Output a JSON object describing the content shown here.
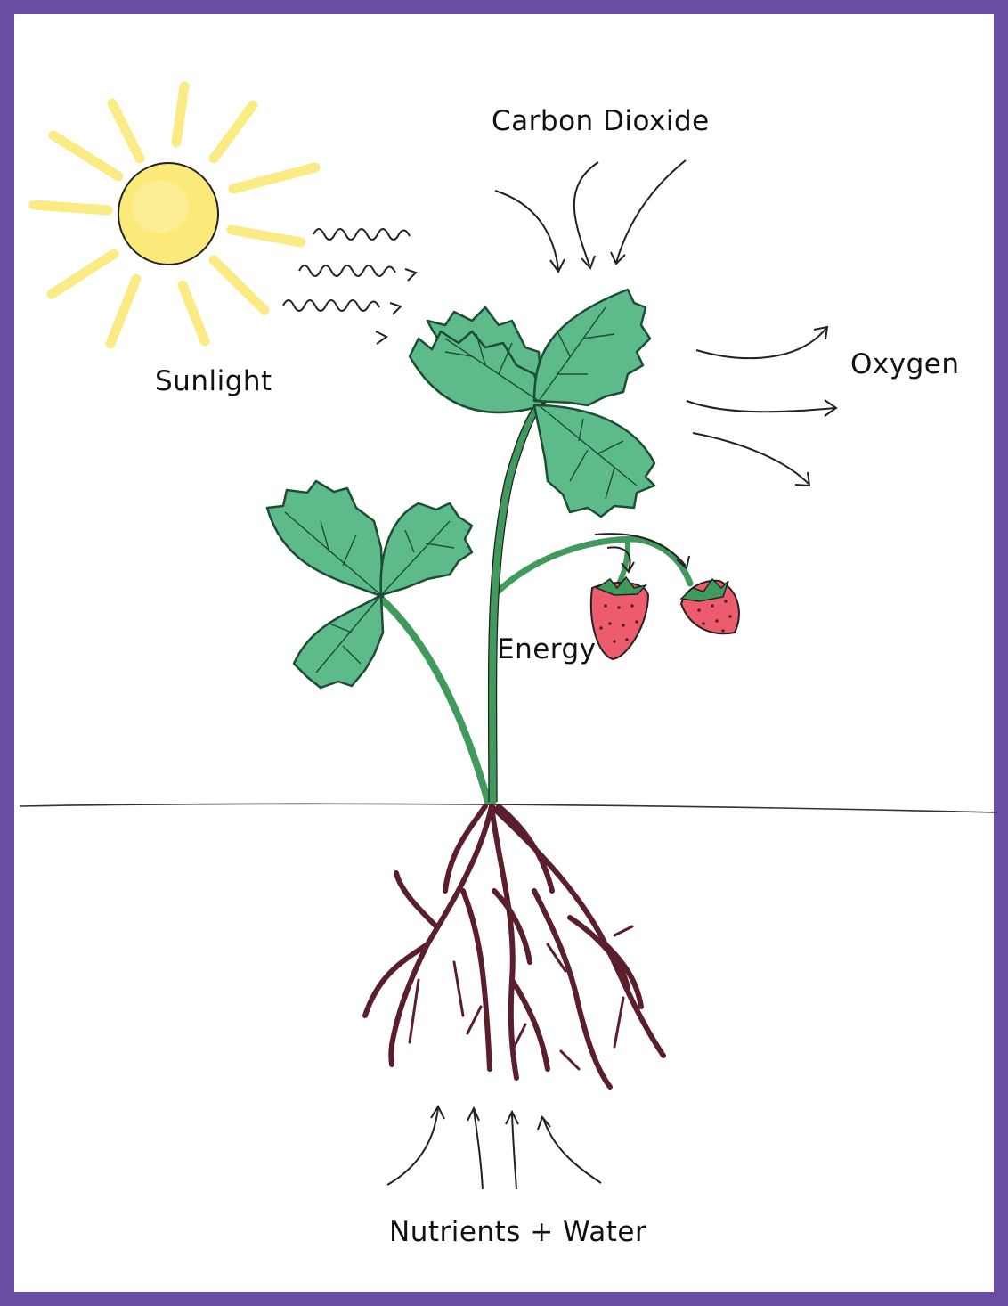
{
  "labels": {
    "carbon_dioxide": "Carbon Dioxide",
    "sunlight": "Sunlight",
    "oxygen": "Oxygen",
    "energy": "Energy",
    "nutrients_water": "Nutrients + Water"
  },
  "colors": {
    "frame": "#6a4ea3",
    "sun": "#fbe97a",
    "leaf": "#5dba8a",
    "stem": "#3f9a5c",
    "root": "#5a1f2b",
    "berry": "#ec5b6e"
  }
}
